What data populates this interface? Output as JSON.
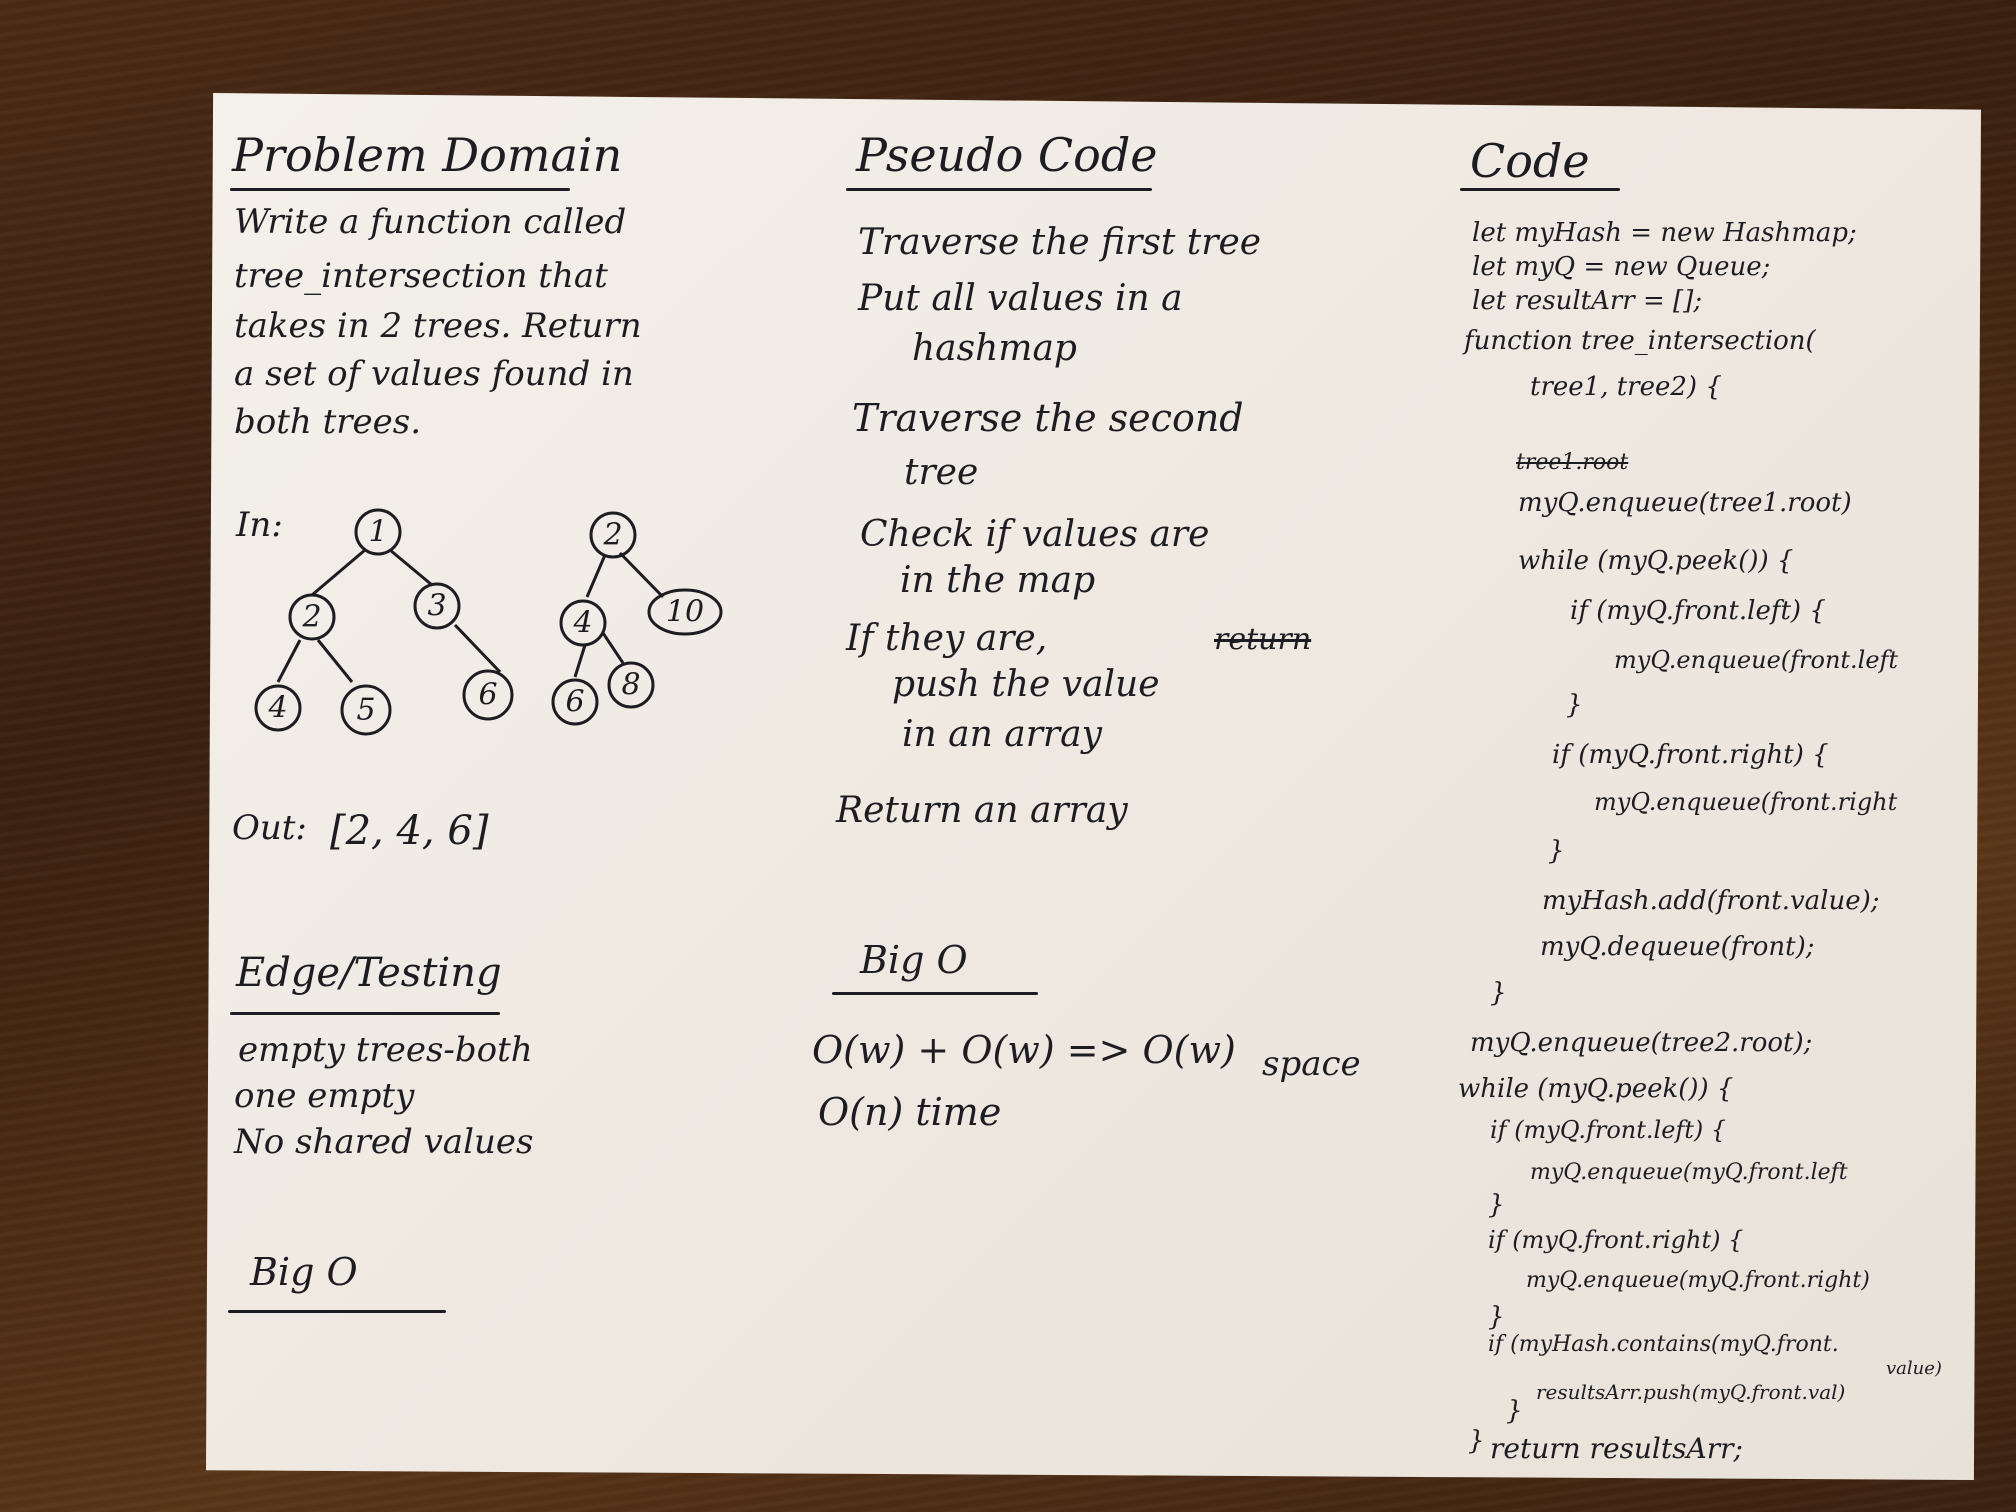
{
  "problem": {
    "heading": "Problem Domain",
    "lines": [
      "Write a function called",
      "tree_intersection that",
      "takes in 2 trees. Return",
      "a set of values found in",
      "both trees."
    ],
    "in_label": "In:",
    "tree1": [
      "1",
      "2",
      "3",
      "4",
      "5",
      "6"
    ],
    "tree2": [
      "2",
      "4",
      "10",
      "6",
      "8"
    ],
    "out_label": "Out:",
    "out_value": "[2, 4, 6]"
  },
  "edge": {
    "heading": "Edge/Testing",
    "lines": [
      "empty trees-both",
      "one empty",
      "No shared values"
    ],
    "bigo_heading": "Big O"
  },
  "pseudo": {
    "heading": "Pseudo Code",
    "lines": [
      "Traverse the first tree",
      "Put all values in a",
      "hashmap",
      "Traverse the second",
      "tree",
      "Check if values are",
      "in the map",
      "If they are,",
      "return",
      "push the value",
      "in an array",
      "Return an array"
    ],
    "bigo_heading": "Big O",
    "bigo_space": "O(w) + O(w) => O(w)",
    "space_label": "space",
    "bigo_time": "O(n) time"
  },
  "code": {
    "heading": "Code",
    "strike_line": "tree1.root",
    "lines": [
      "let myHash = new Hashmap;",
      "let myQ = new Queue;",
      "let resultArr = [];",
      "function tree_intersection(",
      "tree1, tree2) {",
      "myQ.enqueue(tree1.root)",
      "while (myQ.peek()) {",
      "if (myQ.front.left) {",
      "myQ.enqueue(front.left",
      "}",
      "if (myQ.front.right) {",
      "myQ.enqueue(front.right",
      "}",
      "myHash.add(front.value);",
      "myQ.dequeue(front);",
      "}",
      "myQ.enqueue(tree2.root);",
      "while (myQ.peek()) {",
      "if (myQ.front.left) {",
      "myQ.enqueue(myQ.front.left",
      "}",
      "if (myQ.front.right) {",
      "myQ.enqueue(myQ.front.right)",
      "}",
      "if (myHash.contains(myQ.front.",
      "value)",
      "resultsArr.push(myQ.front.val)",
      "}",
      "}",
      "return resultsArr;"
    ]
  }
}
